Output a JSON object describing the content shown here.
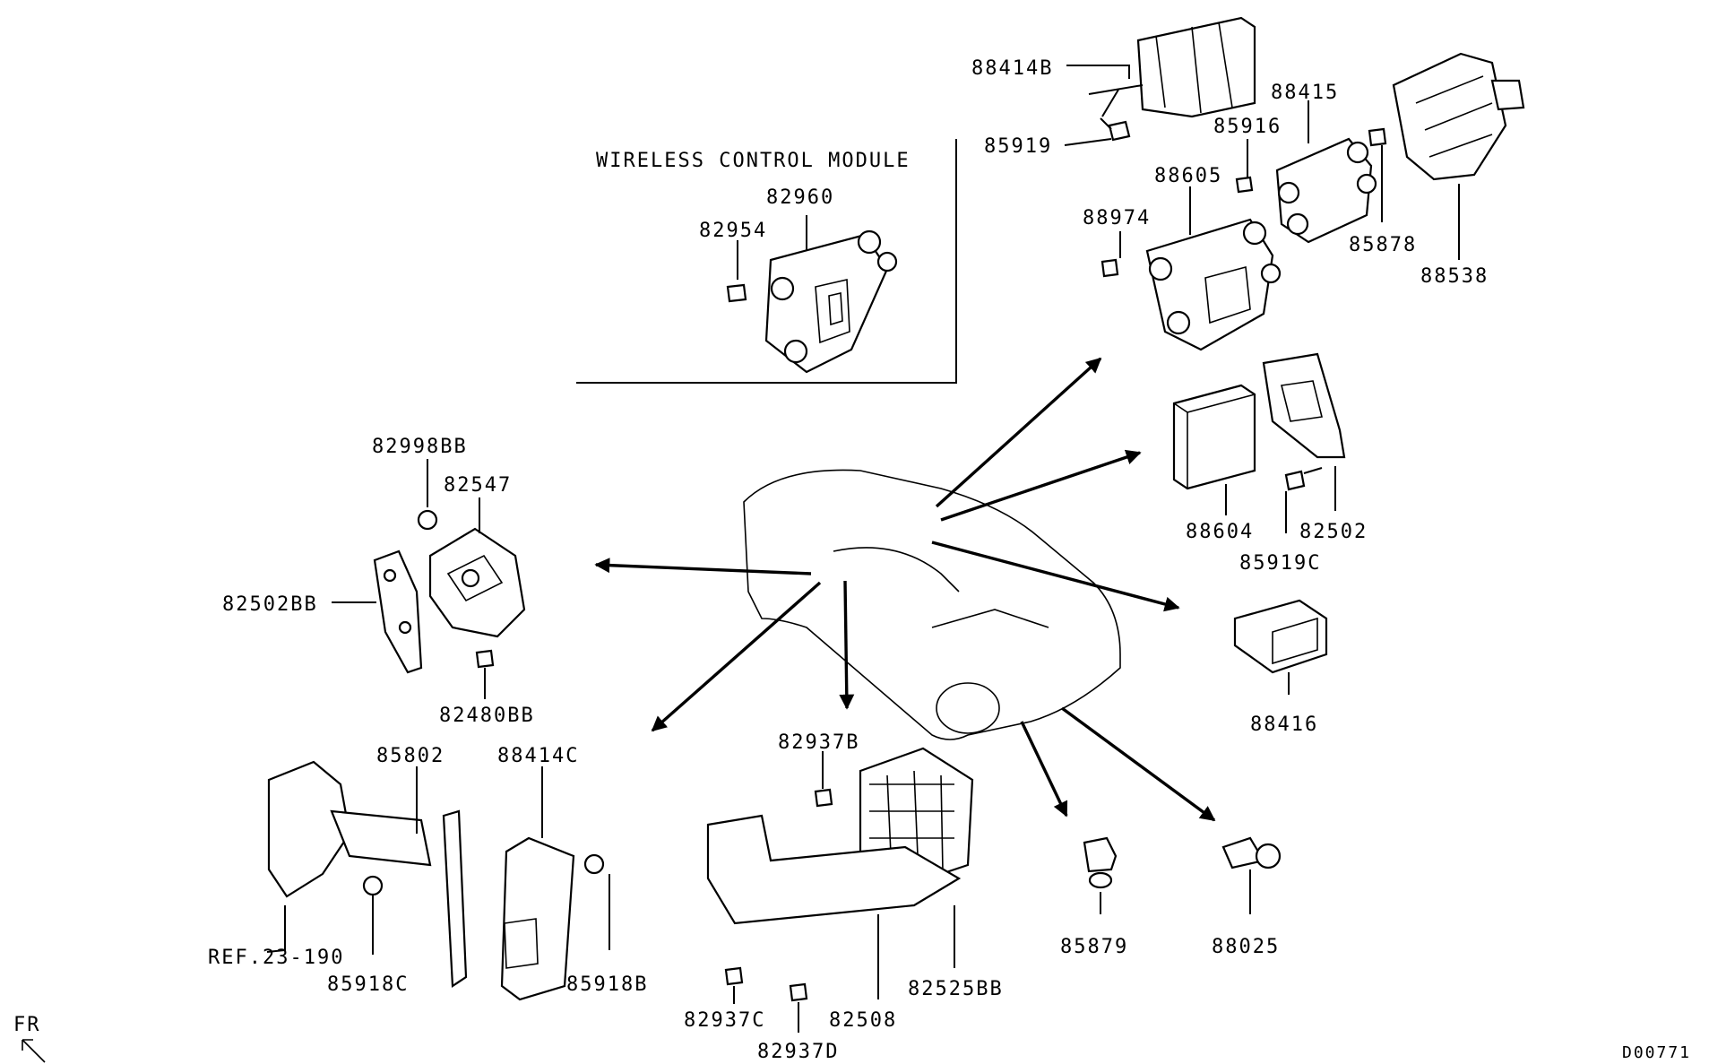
{
  "diagram": {
    "section_title": "WIRELESS CONTROL MODULE",
    "reference": "REF.23-190",
    "front_label": "FR",
    "diagram_id": "D00771",
    "parts": {
      "p88414B": "88414B",
      "p85919": "85919",
      "p85916": "85916",
      "p88415": "88415",
      "p88605": "88605",
      "p88974": "88974",
      "p85878": "85878",
      "p88538": "88538",
      "p82960": "82960",
      "p82954": "82954",
      "p82998BB": "82998BB",
      "p82547": "82547",
      "p82502BB": "82502BB",
      "p82480BB": "82480BB",
      "p88604": "88604",
      "p82502": "82502",
      "p85919C": "85919C",
      "p88416": "88416",
      "p85802": "85802",
      "p88414C": "88414C",
      "p85918C": "85918C",
      "p85918B": "85918B",
      "p82937B": "82937B",
      "p82937C": "82937C",
      "p82937D": "82937D",
      "p82508": "82508",
      "p82525BB": "82525BB",
      "p85879": "85879",
      "p88025": "88025"
    }
  }
}
